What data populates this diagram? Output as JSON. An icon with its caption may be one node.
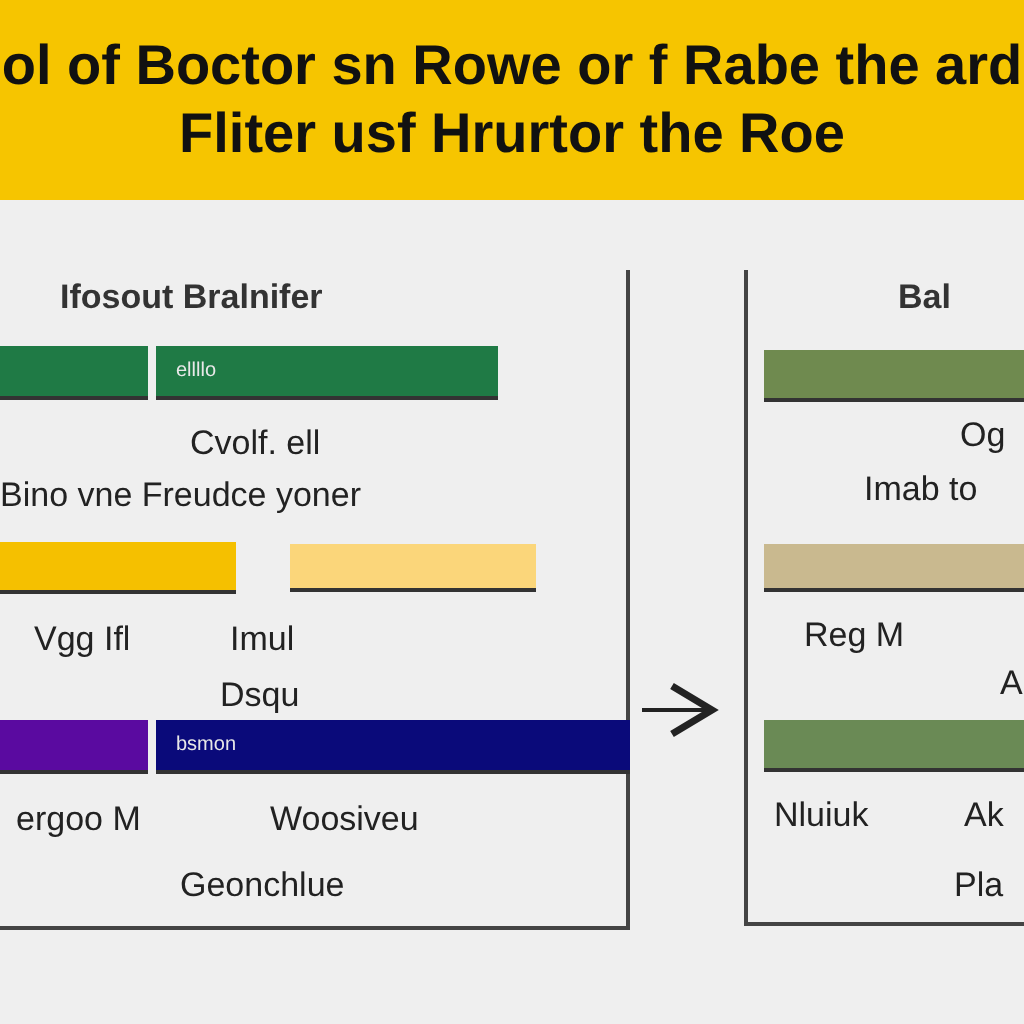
{
  "diagram": {
    "title": "ol of Boctor sn Rowe or f Rabe the ard Fliter usf Hrurtor the Roe",
    "nodes": [
      {
        "text": [
          "Ifosout Bralnifer"
        ]
      },
      {
        "text": [],
        "shape": "bar",
        "in": 0
      },
      {
        "text": [
          "ellllo"
        ],
        "in": 0
      },
      {
        "text": [],
        "shape": "bar",
        "in": 0
      },
      {
        "text": [],
        "shape": "bar",
        "in": 0
      },
      {
        "text": [],
        "shape": "bar",
        "in": 0
      },
      {
        "text": [
          "bsmon"
        ],
        "in": 0
      },
      {
        "text": [
          "Bal"
        ]
      },
      {
        "text": [],
        "shape": "bar",
        "in": 7
      },
      {
        "text": [],
        "shape": "bar",
        "in": 7
      },
      {
        "text": [],
        "shape": "bar",
        "in": 7
      }
    ],
    "edges": [
      {
        "from": 0,
        "to": 7,
        "arrow": "to"
      }
    ],
    "labels": [
      "Cvolf. ell",
      "Bino vne Freudce yoner",
      "Vgg Ifl",
      "Imul",
      "Dsqu",
      "ergoo M",
      "Woosiveu",
      "Geonchlue",
      "Og",
      "Imab to",
      "Reg M",
      "A",
      "Nluiuk",
      "Ak",
      "Pla"
    ]
  }
}
